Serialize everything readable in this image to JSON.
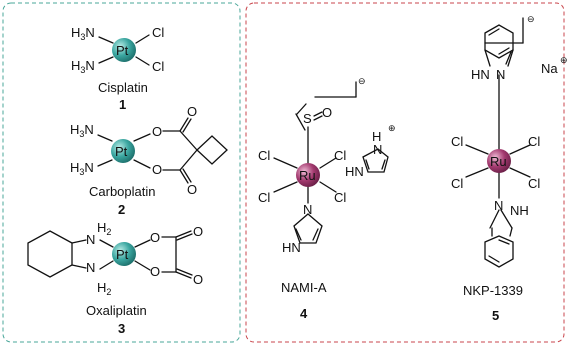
{
  "colors": {
    "pt_sphere": "#3aa6a0",
    "ru_sphere": "#a33a6f",
    "left_frame": "#4aa79a",
    "right_frame": "#c9464c"
  },
  "compounds": [
    {
      "name": "Cisplatin",
      "number": "1"
    },
    {
      "name": "Carboplatin",
      "number": "2"
    },
    {
      "name": "Oxaliplatin",
      "number": "3"
    },
    {
      "name": "NAMI-A",
      "number": "4"
    },
    {
      "name": "NKP-1339",
      "number": "5"
    }
  ],
  "atoms": {
    "pt": "Pt",
    "ru": "Ru",
    "cl": "Cl",
    "o": "O",
    "s": "S",
    "n": "N",
    "h": "H",
    "nh": "NH",
    "hn": "HN",
    "h3n": "H3N",
    "h2": "H2",
    "na": "Na",
    "plus": "⊕",
    "minus": "⊖"
  }
}
